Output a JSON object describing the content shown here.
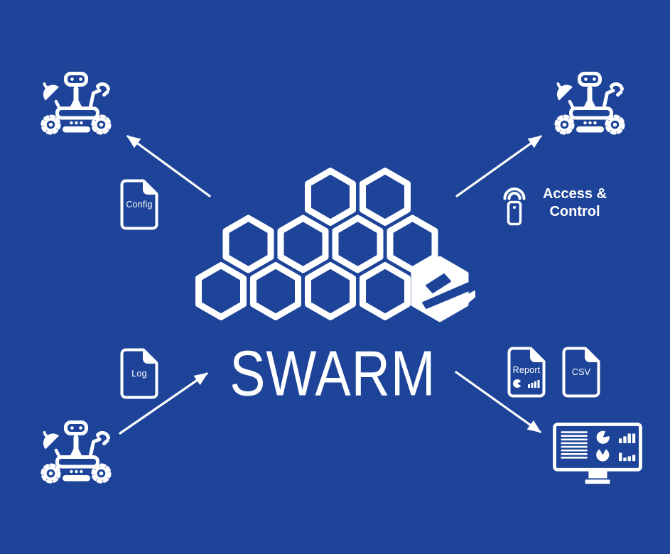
{
  "colors": {
    "background": "#1d4499",
    "foreground": "#ffffff"
  },
  "logo": {
    "wordmark": "SWARM",
    "brand_letter": "e",
    "honeycomb_rows": [
      2,
      4,
      4
    ]
  },
  "nodes": {
    "rover_top_left": {
      "icon": "rover-icon"
    },
    "rover_top_right": {
      "icon": "rover-icon"
    },
    "rover_bottom_left": {
      "icon": "rover-icon"
    },
    "dashboard": {
      "icon": "monitor-dashboard-icon"
    }
  },
  "files": {
    "config": {
      "label": "Config",
      "icon": "file-icon"
    },
    "log": {
      "label": "Log",
      "icon": "file-icon"
    },
    "report": {
      "label": "Report",
      "icon": "file-chart-icon"
    },
    "csv": {
      "label": "CSV",
      "icon": "file-icon"
    }
  },
  "access_control": {
    "line1": "Access &",
    "line2": "Control",
    "icon": "remote-control-icon"
  },
  "arrows": [
    "center-to-rover-top-left",
    "center-to-rover-top-right",
    "rover-bottom-left-to-center",
    "center-to-dashboard"
  ]
}
